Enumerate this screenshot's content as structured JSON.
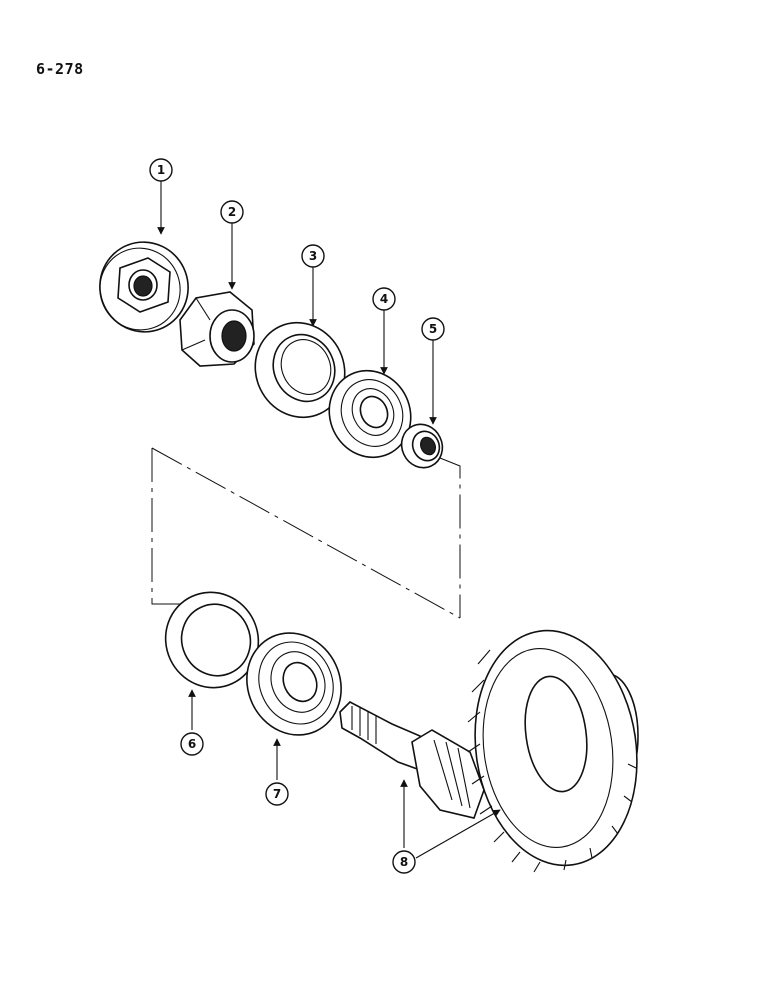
{
  "page": {
    "number": "6-278"
  },
  "callouts": [
    {
      "id": 1,
      "label": "1"
    },
    {
      "id": 2,
      "label": "2"
    },
    {
      "id": 3,
      "label": "3"
    },
    {
      "id": 4,
      "label": "4"
    },
    {
      "id": 5,
      "label": "5"
    },
    {
      "id": 6,
      "label": "6"
    },
    {
      "id": 7,
      "label": "7"
    },
    {
      "id": 8,
      "label": "8"
    }
  ]
}
